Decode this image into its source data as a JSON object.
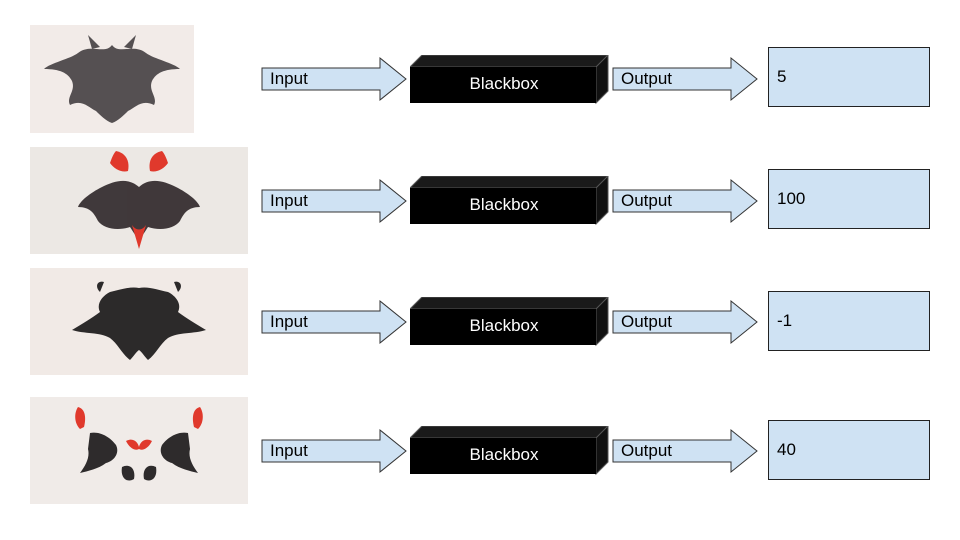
{
  "diagram": {
    "rows": [
      {
        "input_label": "Input",
        "box_label": "Blackbox",
        "output_label": "Output",
        "result": "5",
        "ink_color": "#3a3538",
        "accent_color": null
      },
      {
        "input_label": "Input",
        "box_label": "Blackbox",
        "output_label": "Output",
        "result": "100",
        "ink_color": "#2e2628",
        "accent_color": "#e0392c"
      },
      {
        "input_label": "Input",
        "box_label": "Blackbox",
        "output_label": "Output",
        "result": "-1",
        "ink_color": "#1c1a1b",
        "accent_color": null
      },
      {
        "input_label": "Input",
        "box_label": "Blackbox",
        "output_label": "Output",
        "result": "40",
        "ink_color": "#1a1718",
        "accent_color": "#e0392c"
      }
    ]
  },
  "colors": {
    "arrow_fill": "#cfe2f3",
    "result_fill": "#cfe2f3",
    "blackbox_fill": "#000000",
    "inkblot_paper": "#ede6e3"
  },
  "icons": {
    "inkblot": "rorschach-inkblot",
    "arrow": "right-block-arrow",
    "box": "3d-black-box"
  }
}
